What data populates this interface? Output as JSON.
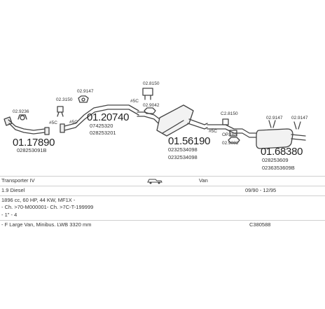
{
  "labels": {
    "c1": "02.9236",
    "c1b": "#5C",
    "p1": "01.17890",
    "p1ref": "028253091B",
    "c2": "02.3150",
    "c3": "02.9147",
    "c2b": "#5C",
    "p2": "01.20740",
    "p2ref1": "07425320",
    "p2ref2": "028253201",
    "c4": "#5C",
    "c5": "02.8150",
    "c6": "02.9042",
    "p3": "01.56190",
    "p3ref1": "0232534098",
    "p3ref2": "0232534098",
    "c7": "#5C",
    "c8": "C2.8150",
    "c9": "OP.165",
    "c10": "02.9082",
    "c11": "02.9147",
    "c12": "02.9147",
    "p4": "01.68380",
    "p4ref1": "028253609",
    "p4ref2": "0236353609B"
  },
  "info": {
    "model": "Transporter IV",
    "body": "Van",
    "engine": "1.9 Diesel",
    "years": "09/90 - 12/95",
    "spec": "1896 cc, 60 HP, 44 KW, MF1X -",
    "chassis": "- Ch. >70-M000001- Ch. >7C-T-199999",
    "note": "- 1\" - 4",
    "variant": "- F Large Van, Minibus. LWB 3320 mm",
    "code": "C380588"
  }
}
